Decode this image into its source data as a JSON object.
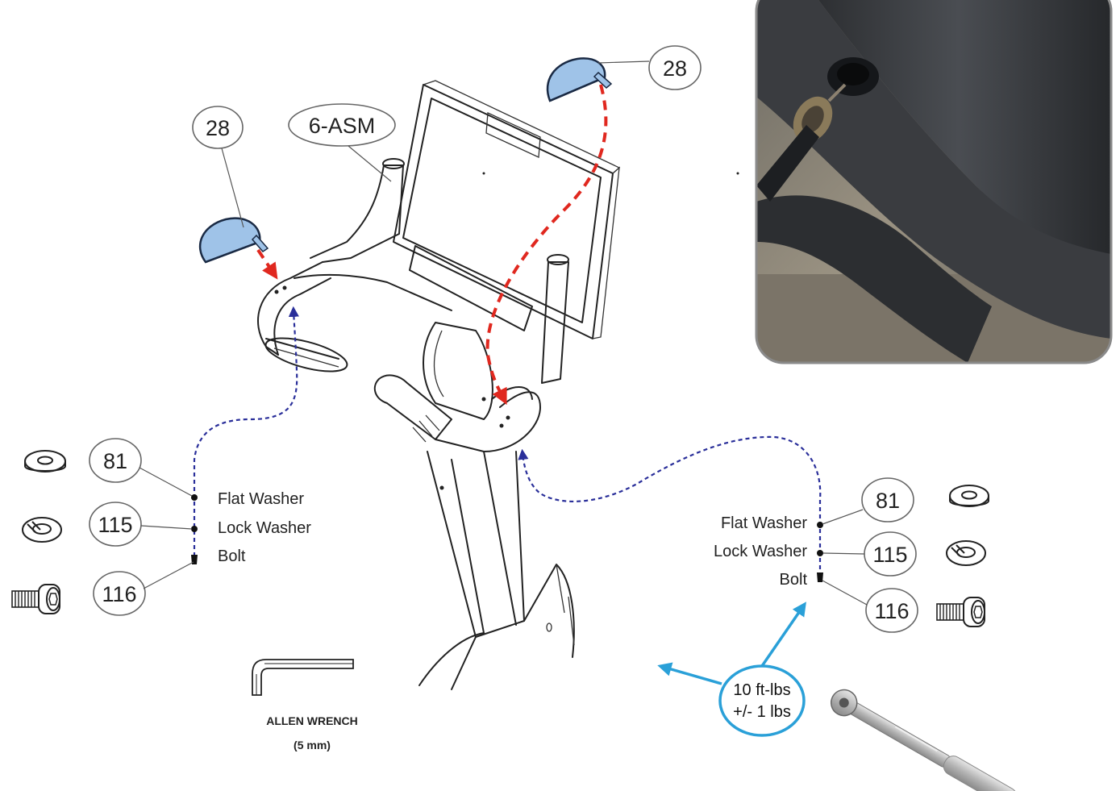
{
  "callouts": {
    "cap_left": "28",
    "cap_right": "28",
    "assembly": "6-ASM",
    "left_flat_washer": "81",
    "left_lock_washer": "115",
    "left_bolt": "116",
    "right_flat_washer": "81",
    "right_lock_washer": "115",
    "right_bolt": "116"
  },
  "labels": {
    "left": {
      "flat_washer": "Flat Washer",
      "lock_washer": "Lock Washer",
      "bolt": "Bolt"
    },
    "right": {
      "flat_washer": "Flat Washer",
      "lock_washer": "Lock Washer",
      "bolt": "Bolt"
    }
  },
  "tool": {
    "name": "ALLEN WRENCH",
    "size": "(5 mm)"
  },
  "torque": {
    "line1": "10 ft-lbs",
    "line2": "+/- 1 lbs"
  },
  "colors": {
    "cap_fill": "#9fc3e8",
    "red_path": "#e0281f",
    "navy_path": "#2a2f9a",
    "torque_accent": "#2aa0d8"
  },
  "icons": [
    "flat-washer-icon",
    "lock-washer-icon",
    "bolt-icon",
    "allen-wrench-icon",
    "torque-wrench-icon",
    "end-cap-icon"
  ]
}
